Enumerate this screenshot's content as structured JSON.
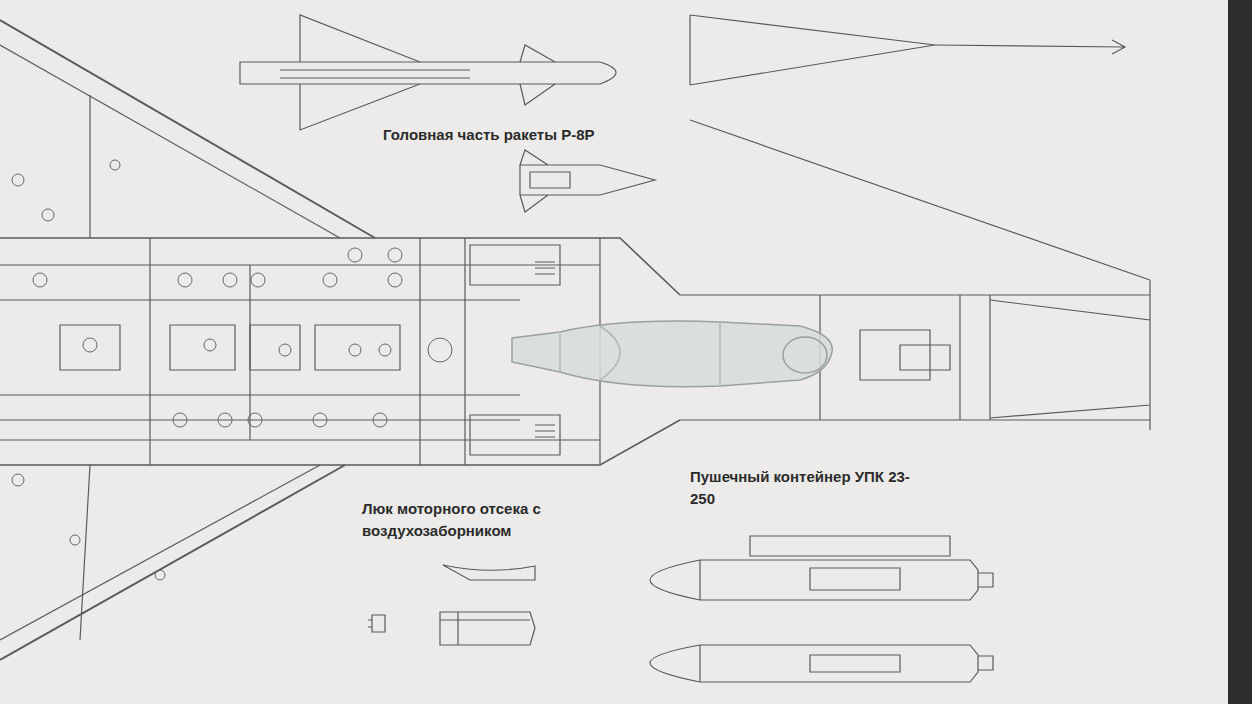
{
  "diagram": {
    "labels": [
      "Головная часть ракеты Р-8Р",
      "Пушечный контейнер УПК 23-250",
      "Люк моторного отсека с воздухозаборником"
    ]
  }
}
